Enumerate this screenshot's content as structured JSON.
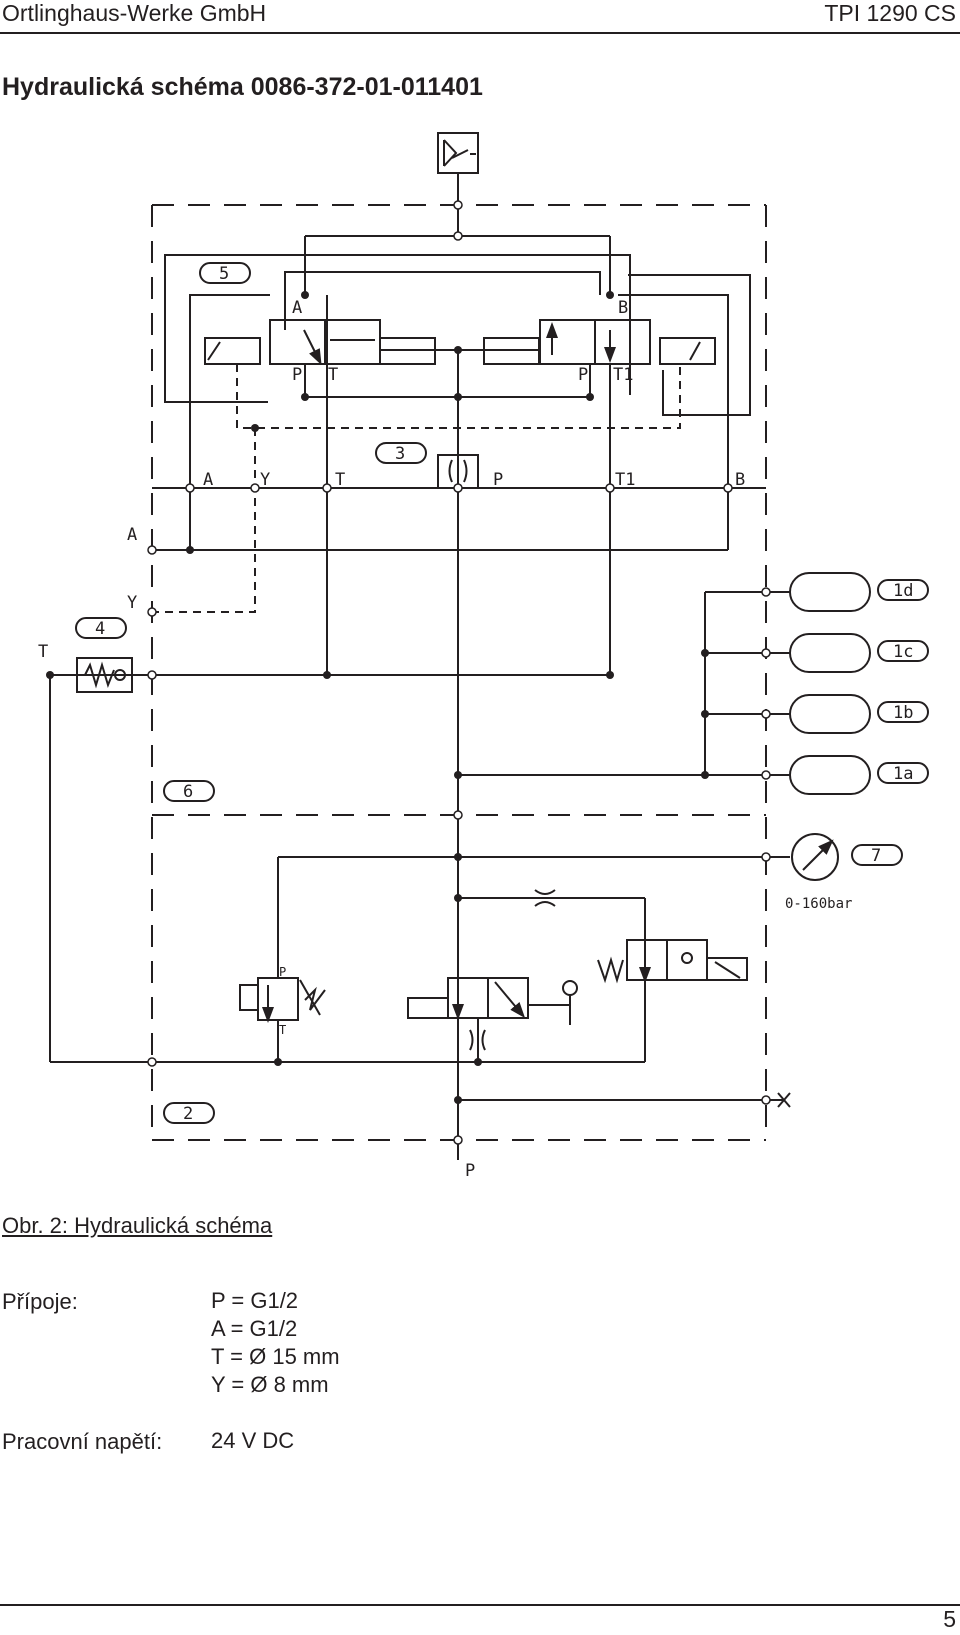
{
  "header": {
    "company": "Ortlinghaus-Werke GmbH",
    "doc_code": "TPI 1290 CS"
  },
  "title": "Hydraulická schéma 0086-372-01-011401",
  "diagram": {
    "labels": {
      "n5": "5",
      "n3": "3",
      "n4": "4",
      "n6": "6",
      "n2": "2",
      "n7": "7",
      "n1d": "1d",
      "n1c": "1c",
      "n1b": "1b",
      "n1a": "1a",
      "valve_left_A": "A",
      "valve_left_P": "P",
      "valve_left_T": "T",
      "valve_right_B": "B",
      "valve_right_P": "P",
      "valve_right_T1": "T1",
      "block_A": "A",
      "block_Y": "Y",
      "block_T": "T",
      "block_P": "P",
      "block_T1": "T1",
      "block_B": "B",
      "port_A": "A",
      "port_Y": "Y",
      "port_T": "T",
      "port_P": "P",
      "relief_P": "P",
      "relief_T": "T",
      "gauge_range": "0-160bar"
    }
  },
  "caption": "Obr. 2: Hydraulická schéma",
  "specs": {
    "connections_label": "Přípoje:",
    "connections": [
      "P = G1/2",
      "A = G1/2",
      "T = Ø 15 mm",
      "Y = Ø 8 mm"
    ],
    "voltage_label": "Pracovní napětí:",
    "voltage_value": "24 V DC"
  },
  "footer": {
    "page": "5"
  }
}
